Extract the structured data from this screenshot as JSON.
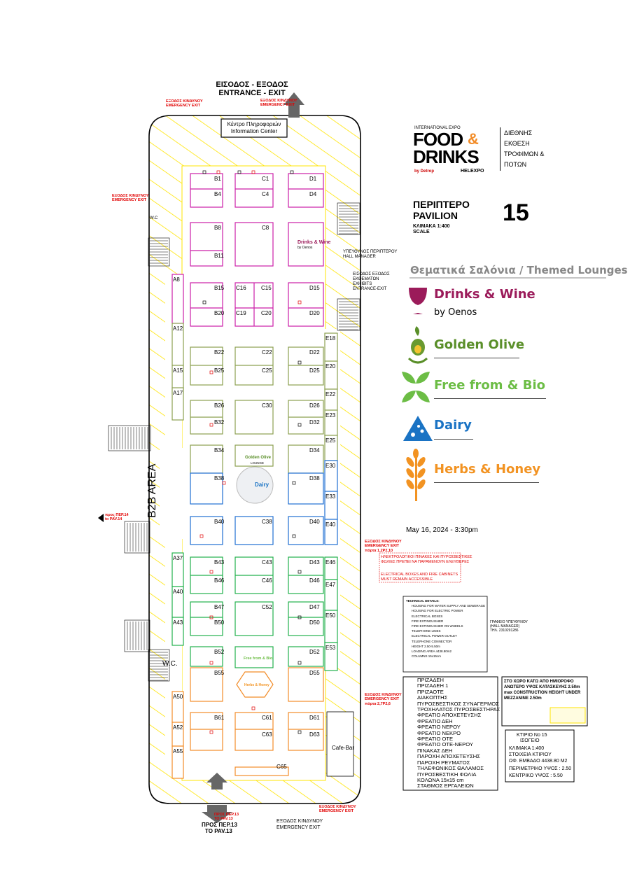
{
  "header": {
    "entrance_gr": "ΕΙΣΟΔΟΣ - ΕΞΟΔΟΣ",
    "entrance_en": "ENTRANCE - EXIT",
    "info_gr": "Κέντρο Πληροφοριών",
    "info_en": "Information Center"
  },
  "emergency": {
    "gr": "ΕΞΟΔΟΣ ΚΙΝΔΥΝΟΥ",
    "en": "EMERGENCY EXIT",
    "bottom_gr": "ΕΞΟΔΟΣ ΚΙΝΔΥΝΟΥ",
    "bottom_en": "EMERGENCY EXIT",
    "door_1": "πόρτα 1,2Ρ2,10",
    "door_2": "πόρτα 2,7Ρ2,6"
  },
  "logo": {
    "intl": "INTERNATIONAL EXPO",
    "food": "FOOD",
    "amp": "&",
    "drinks": "DRINKS",
    "by": "by Detrop",
    "helexpo": "HELEXPO",
    "greek_1": "ΔΙΕΘΝΗΣ",
    "greek_2": "ΕΚΘΕΣΗ",
    "greek_3": "ΤΡΟΦΙΜΩΝ &",
    "greek_4": "ΠΟΤΩΝ"
  },
  "pavilion": {
    "gr": "ΠΕΡΙΠΤΕΡΟ",
    "en": "PAVILION",
    "number": "15",
    "scale_gr": "ΚΛΙΜΑΚΑ 1:400",
    "scale_en": "SCALE"
  },
  "hall_manager": {
    "gr": "ΥΠΕΥΘΥΝΟΣ ΠΕΡΙΠΤΕΡΟΥ",
    "en": "HALL MANAGER"
  },
  "exhibits_exit": {
    "gr1": "ΕΙΣΟΔΟΣ ΕΞΟΔΟΣ",
    "gr2": "ΕΚΘΕΜΑΤΩΝ",
    "en1": "EXHIBITS",
    "en2": "ENTRANCE-EXIT"
  },
  "lounges": {
    "title": "Θεματικά Σαλόνια  / Themed Lounges",
    "items": [
      {
        "name": "Drinks & Wine",
        "sub": "by Oenos",
        "color": "#9b1b5a"
      },
      {
        "name": "Golden Olive",
        "sub": "",
        "color": "#5a8f29"
      },
      {
        "name": "Free from & Bio",
        "sub": "",
        "color": "#6cbd45"
      },
      {
        "name": "Dairy",
        "sub": "",
        "color": "#1a73c4"
      },
      {
        "name": "Herbs & Honey",
        "sub": "",
        "color": "#f29322"
      }
    ]
  },
  "date": "May 16, 2024 - 3:30pm",
  "areas": {
    "b2b": "B2B AREA",
    "wc": "W.C.",
    "wc2": "W.C",
    "cafe": "Cafe-Bar",
    "to_pav14_gr": "προς ΠΕΡ.14",
    "to_pav14_en": "to PAV.14",
    "to_pav13_gr": "ΠΡΟΣ ΠΕΡ.13",
    "to_pav13_en": "TO PAV.13",
    "to_pav13_small_gr": "ΠΡΟΣ ΠΕΡ.13",
    "to_pav13_small_en": "TO PAV.13"
  },
  "stands": {
    "B": [
      "B1",
      "B4",
      "B8",
      "B11",
      "B15",
      "B20",
      "B22",
      "B25",
      "B26",
      "B32",
      "B34",
      "B38",
      "B40",
      "B43",
      "B46",
      "B47",
      "B50",
      "B52",
      "B55",
      "B61"
    ],
    "C": [
      "C1",
      "C4",
      "C8",
      "C16",
      "C15",
      "C19",
      "C20",
      "C22",
      "C25",
      "C30",
      "C38",
      "C43",
      "C46",
      "C52",
      "C61",
      "C63",
      "C65"
    ],
    "D": [
      "D1",
      "D4",
      "D15",
      "D20",
      "D22",
      "D25",
      "D26",
      "D32",
      "D34",
      "D38",
      "D40",
      "D43",
      "D46",
      "D47",
      "D50",
      "D52",
      "D55",
      "D61",
      "D63"
    ],
    "A": [
      "A8",
      "A12",
      "A15",
      "A17",
      "A37",
      "A40",
      "A43",
      "A50",
      "A52",
      "A55"
    ],
    "E": [
      "E18",
      "E20",
      "E22",
      "E23",
      "E25",
      "E30",
      "E33",
      "E40",
      "E46",
      "E47",
      "E50",
      "E53"
    ]
  },
  "lounge_marks": {
    "drinks": "Drinks & Wine",
    "drinks_sub": "by Oenos",
    "olive": "Golden Olive",
    "olive_sub": "LOUNGE",
    "dairy": "Dairy",
    "free": "Free from & Bio",
    "herbs": "Herbs & Honey"
  },
  "technical": {
    "title": "TECHNICAL DETAILS:",
    "lines": [
      "HOUSING FOR WATER SUPPLY AND SEWERAGE",
      "HOUSING FOR ELECTRIC POWER",
      "ELECTRICAL BOXES",
      "FIRE EXTINGUISHER",
      "FIRE EXTINGUISHER ON WHEELS",
      "TELEPHONE LINES",
      "ELECTRICAL POWER OUTLET",
      "TELEPHONE CONNECTOR",
      "HEIGHT 2.50-5.50m",
      "LOADING AREA 4438.80m2",
      "COLUMNS 15x15cm"
    ],
    "office_1": "ΓΡΑΦΕΙΟ ΥΠΕΥΘΥΝΟΥ",
    "office_2": "(HALL MANAGER)",
    "office_3": "ΤΗΛ. 2310291286"
  },
  "legend_gr": [
    "ΠΡΙΖΑΔΕΗ",
    "ΠΡΙΖΑΔΕΗ 1",
    "ΠΡΙΖΑΟΤΕ",
    "ΔΙΑΚΟΠΤΗΣ",
    "ΠΥΡΟΣΒΕΣΤΙΚΟΣ ΣΥΝΑΓΕΡΜΟΣ",
    "ΤΡΟΧΗΛΑΤΟΣ ΠΥΡΟΣΒΕΣΤΗΡΑΣ",
    "ΦΡΕΑΤΙΟ ΑΠΟΧΕΤΕΥΣΗΣ",
    "ΦΡΕΑΤΙΟ ΔΕΗ",
    "ΦΡΕΑΤΙΟ ΝΕΡΟΥ",
    "ΦΡΕΑΤΙΟ ΝΕΚΡΟ",
    "ΦΡΕΑΤΙΟ ΟΤΕ",
    "ΦΡΕΑΤΙΟ ΟΤΕ-ΝΕΡΟΥ",
    "ΠΙΝΑΚΑΣ ΔΕΗ",
    "ΠΑΡΟΧΗ ΑΠΟΧΕΤΕΥΣΗΣ",
    "ΠΑΡΟΧΗ ΡΕΥΜΑΤΟΣ",
    "ΤΗΛΕΦΩΝΙΚΟΣ ΘΑΛΑΜΟΣ",
    "ΠΥΡΟΣΒΕΣΤΙΚΗ ΦΩΛΙΑ",
    "ΚΟΛΩΝΑ 15x15 cm",
    "ΣΤΑΘΜΟΣ ΕΡΓΑΛΕΙΩΝ"
  ],
  "mezzanine": {
    "l1": "ΣΤΟ ΧΩΡΟ ΚΑΤΩ ΑΠΟ ΗΜΙΟΡΟΦΟ",
    "l2": "ΑΝΩΤΕΡΟ ΥΨΟΣ ΚΑΤΑΣΚΕΥΗΣ 2.50m",
    "l3": "max CONSTRUCTION HEIGHT UNDER",
    "l4": "MEZZANINE 2.50m"
  },
  "building": {
    "l1": "ΚΤΙΡΙΟ No 15",
    "l2": "ΙΣΟΓΕΙΟ",
    "l3": "ΚΛΙΜΑΚΑ 1:400",
    "l4": "ΣΤΟΙΧΕΙΑ ΚΤΙΡΙΟΥ",
    "l5": "ΩΦ. ΕΜΒΑΔΟ 4438.80 Μ2",
    "l6": "ΠΕΡΙΜΕΤΡΙΚΟ ΥΨΟΣ : 2.50",
    "l7": "ΚΕΝΤΡΙΚΟ ΥΨΟΣ : 5.50"
  },
  "notes": {
    "n1": "ΗΛΕΚΤΡΟΛΟΓΙΚΟΙ ΠΙΝΑΚΕΣ ΚΑΙ ΠΥΡΟΣΒΕΣΤΙΚΕΣ",
    "n2": "ΦΩΛΙΕΣ ΠΡΕΠΕΙ ΝΑ ΠΑΡΑΜΕΝΟΥΝ ΕΛΕΥΘΕΡΕΣ",
    "n3": "ELECTRICAL BOXES AND FIRE CABINETS",
    "n4": "MUST REMAIN ACCESSIBLE"
  },
  "colors": {
    "magenta": "#cc1fa8",
    "olive": "#8ca050",
    "blue": "#1f6fd1",
    "green": "#22b14c",
    "orange": "#f28c28",
    "yellow": "#ffe400",
    "red": "#e10000"
  }
}
